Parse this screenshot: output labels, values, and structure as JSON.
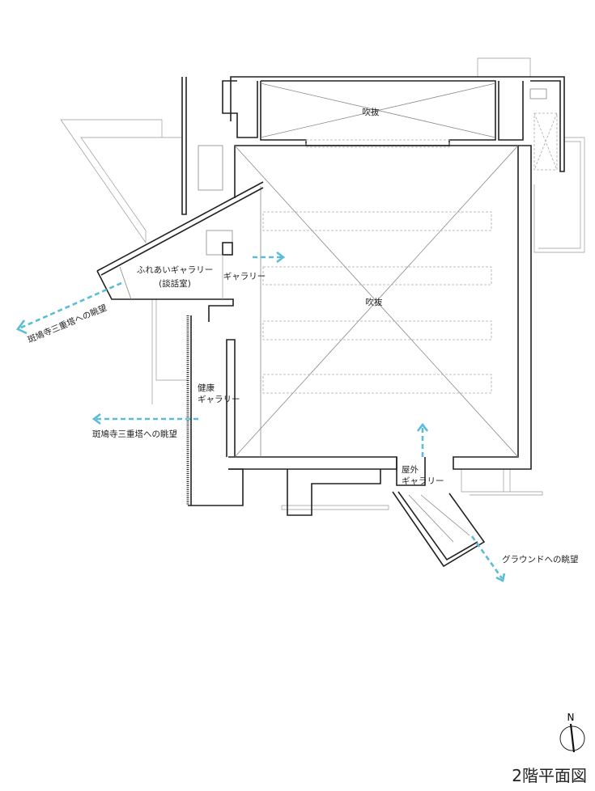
{
  "plan": {
    "title": "2階平面図",
    "north_label": "N",
    "rooms": {
      "void_north": "吹抜",
      "void_hall": "吹抜",
      "fureai_gallery": "ふれあいギャラリー",
      "fureai_sub": "(談話室)",
      "gallery": "ギャラリー",
      "health_gallery_1": "健康",
      "health_gallery_2": "ギャラリー",
      "outdoor_gallery_1": "屋外",
      "outdoor_gallery_2": "ギャラリー"
    },
    "views": {
      "pagoda_view_upper": "斑鳩寺三重塔への眺望",
      "pagoda_view_lower": "斑鳩寺三重塔への眺望",
      "ground_view": "グラウンドへの眺望"
    },
    "colors": {
      "view_arrow": "#5bbcd6",
      "wall": "#222222"
    }
  }
}
